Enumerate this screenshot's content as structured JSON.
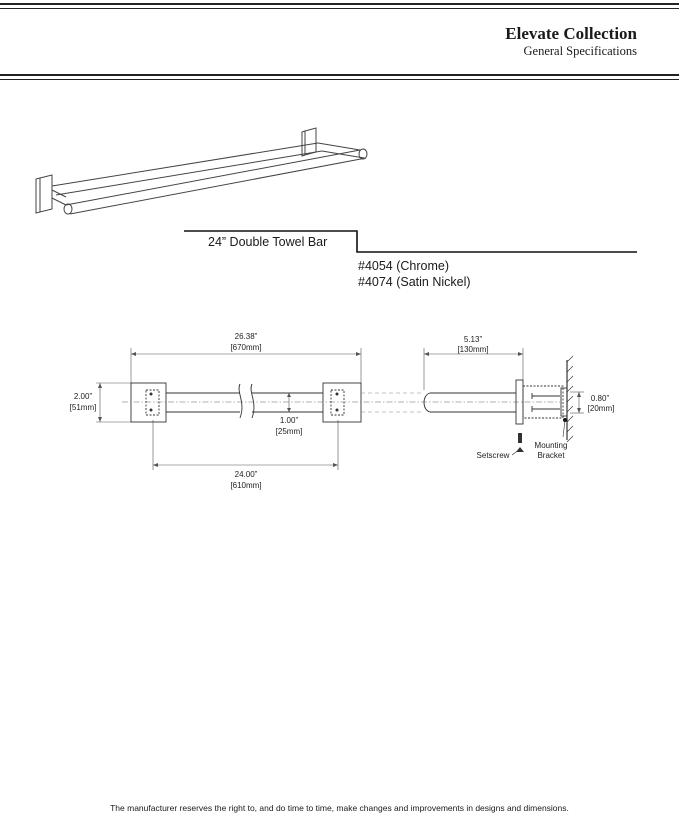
{
  "header": {
    "title": "Elevate Collection",
    "subtitle": "General Specifications"
  },
  "product": {
    "name": "24”  Double Towel Bar",
    "skus": [
      "#4054 (Chrome)",
      "#4074 (Satin Nickel)"
    ]
  },
  "dimensions": {
    "overall_in": "26.38”",
    "overall_mm": "[670mm]",
    "height_in": "2.00”",
    "height_mm": "[51mm]",
    "bar_in": "1.00”",
    "bar_mm": "[25mm]",
    "center_in": "24.00”",
    "center_mm": "[610mm]",
    "projection_in": "5.13”",
    "projection_mm": "[130mm]",
    "bracket_in": "0.80”",
    "bracket_mm": "[20mm]"
  },
  "labels": {
    "setscrew": "Setscrew",
    "mounting": "Mounting",
    "bracket": "Bracket"
  },
  "footer": "The manufacturer reserves the right to, and do time to time, make changes and improvements in designs and dimensions."
}
